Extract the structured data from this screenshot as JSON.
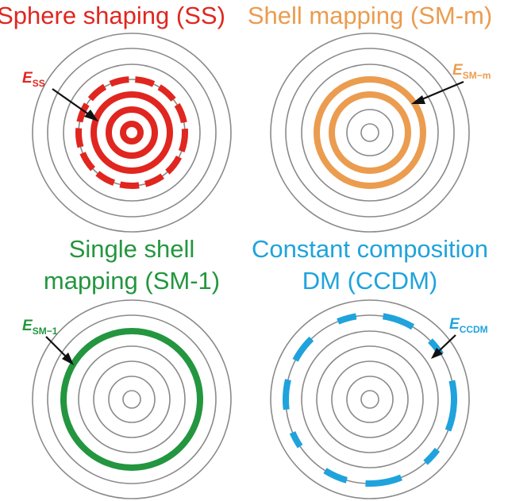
{
  "colors": {
    "ss": "#e0261f",
    "sm_m": "#eb9c4f",
    "sm_1": "#23963f",
    "ccdm": "#1fa3dc",
    "rings": "#8a8a8a",
    "arrow": "#111111"
  },
  "panels": {
    "ss": {
      "title_lines": [
        "Sphere shaping (SS)"
      ],
      "label_main": "E",
      "label_sub": "SS"
    },
    "sm_m": {
      "title_lines": [
        "Shell mapping (SM-m)"
      ],
      "label_main": "E",
      "label_sub": "SM−m"
    },
    "sm_1": {
      "title_lines": [
        "Single shell",
        "mapping (SM-1)"
      ],
      "label_main": "E",
      "label_sub": "SM−1"
    },
    "ccdm": {
      "title_lines": [
        "Constant composition",
        "DM (CCDM)"
      ],
      "label_main": "E",
      "label_sub": "CCDM"
    }
  }
}
